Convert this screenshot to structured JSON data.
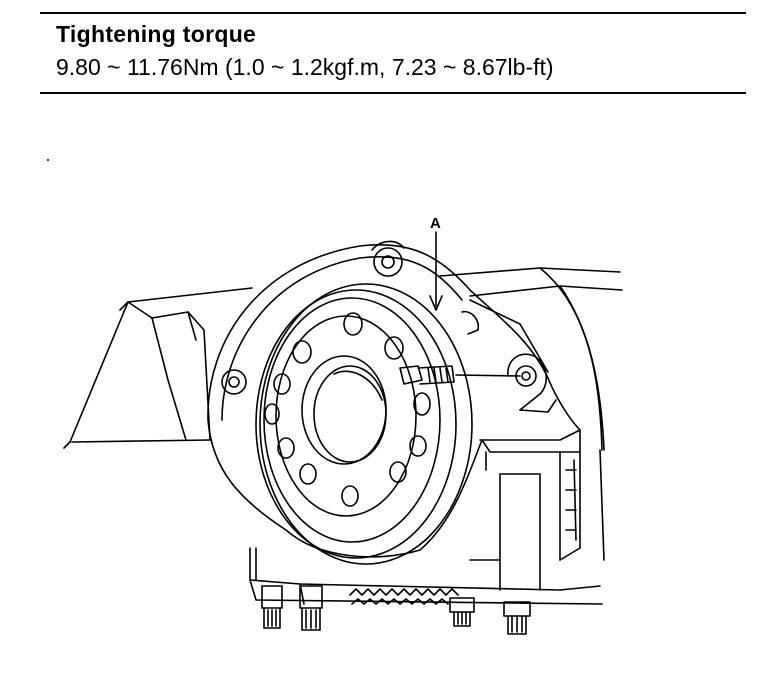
{
  "spec": {
    "title": "Tightening torque",
    "value": "9.80 ~ 11.76Nm (1.0 ~ 1.2kgf.m, 7.23 ~ 8.67lb-ft)"
  },
  "figure": {
    "callout_a": "A"
  }
}
